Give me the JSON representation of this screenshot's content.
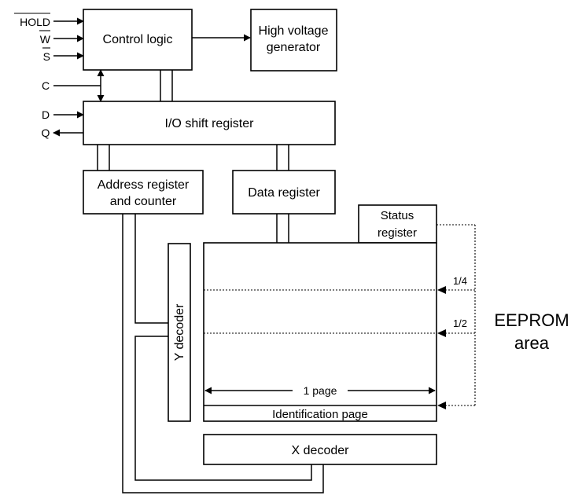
{
  "signals": {
    "hold": "HOLD",
    "w": "W",
    "s": "S",
    "c": "C",
    "d": "D",
    "q": "Q"
  },
  "blocks": {
    "control_logic": "Control logic",
    "hv_line1": "High voltage",
    "hv_line2": "generator",
    "io_shift": "I/O shift register",
    "addr_line1": "Address register",
    "addr_line2": "and counter",
    "data_register": "Data register",
    "status_line1": "Status",
    "status_line2": "register",
    "y_decoder": "Y decoder",
    "identification_page": "Identification page",
    "x_decoder": "X decoder"
  },
  "eeprom": {
    "one_page": "1 page",
    "quarter": "1/4",
    "half": "1/2",
    "area_line1": "EEPROM",
    "area_line2": "area"
  }
}
